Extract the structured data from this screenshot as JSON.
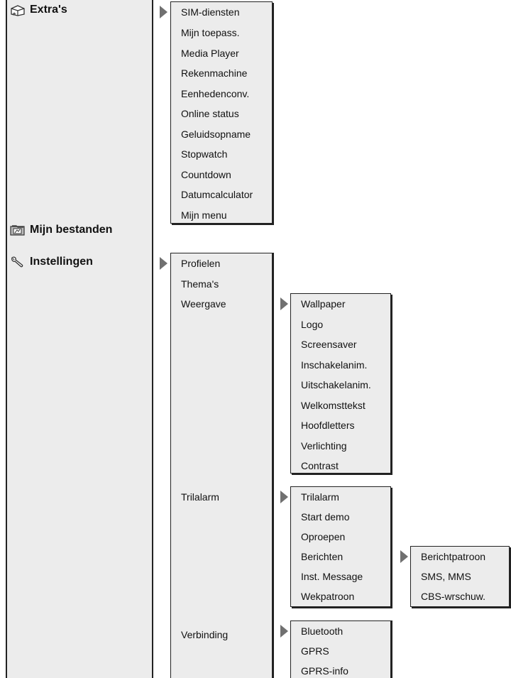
{
  "categories": {
    "extras": {
      "label": "Extra's",
      "icon": "extras-box-icon"
    },
    "mijn_bestanden": {
      "label": "Mijn bestanden",
      "icon": "folder-files-icon"
    },
    "instellingen": {
      "label": "Instellingen",
      "icon": "wrench-icon"
    }
  },
  "extras_menu": [
    "SIM-diensten",
    "Mijn toepass.",
    "Media Player",
    "Rekenmachine",
    "Eenhedenconv.",
    "Online status",
    "Geluidsopname",
    "Stopwatch",
    "Countdown",
    "Datumcalculator",
    "Mijn menu"
  ],
  "instellingen_menu": {
    "profielen": "Profielen",
    "themas": "Thema's",
    "weergave": "Weergave",
    "trilalarm": "Trilalarm",
    "verbinding": "Verbinding"
  },
  "weergave_menu": [
    "Wallpaper",
    "Logo",
    "Screensaver",
    "Inschakelanim.",
    "Uitschakelanim.",
    "Welkomsttekst",
    "Hoofdletters",
    "Verlichting",
    "Contrast"
  ],
  "trilalarm_menu": [
    "Trilalarm",
    "Start demo",
    "Oproepen",
    "Berichten",
    "Inst. Message",
    "Wekpatroon"
  ],
  "berichten_menu": [
    "Berichtpatroon",
    "SMS, MMS",
    "CBS-wrschuw."
  ],
  "verbinding_menu": [
    "Bluetooth",
    "GPRS",
    "GPRS-info"
  ]
}
